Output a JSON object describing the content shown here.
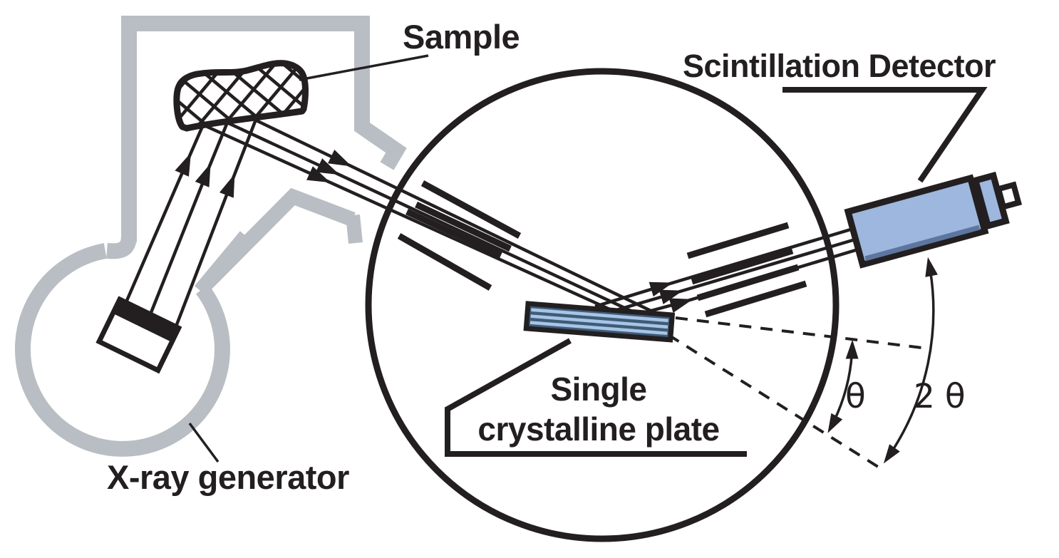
{
  "diagram": {
    "type": "x-ray-diffractometer-schematic",
    "labels": {
      "sample": "Sample",
      "xray_generator": "X-ray generator",
      "crystal_line1": "Single",
      "crystal_line2": "crystalline plate",
      "detector": "Scintillation Detector",
      "theta": "θ",
      "two_theta": "2 θ"
    },
    "colors": {
      "ink": "#231f20",
      "shield_gray": "#b9bec4",
      "detector_blue": "#9db7de",
      "detector_shade_blue": "#5c76a0",
      "plate_dark": "#3f5c77",
      "plate_stripe": "#a8c4e6",
      "background": "#ffffff"
    }
  }
}
